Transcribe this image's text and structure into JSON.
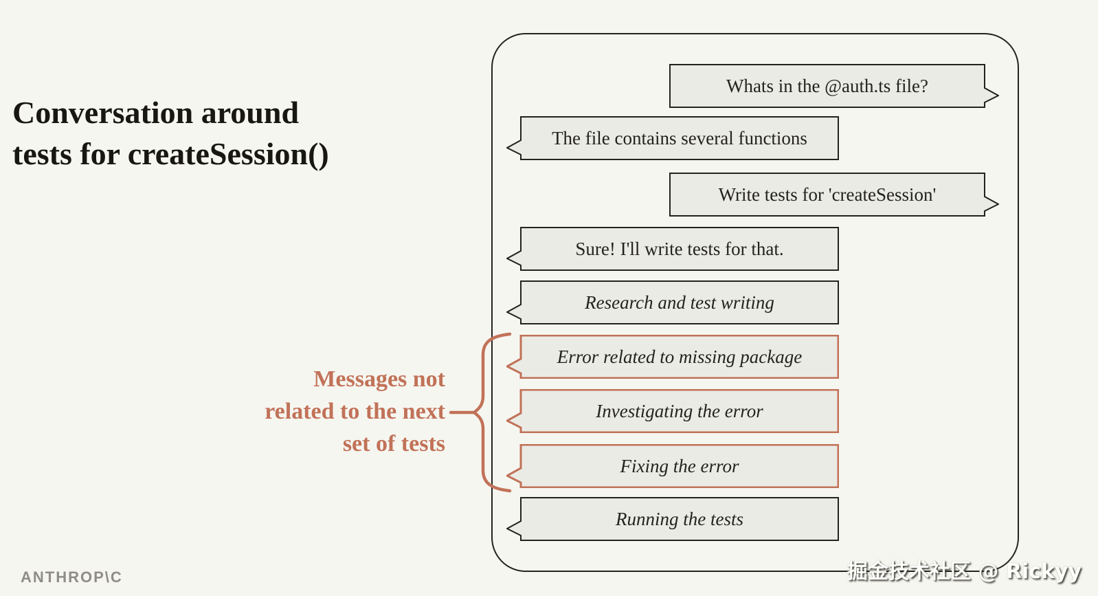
{
  "colors": {
    "background": "#f6f6f0",
    "bubble_fill": "#ebebe5",
    "ink": "#23221e",
    "accent": "#c17258",
    "title_ink": "#181712",
    "logo_gray": "#8f8d86"
  },
  "title": {
    "text": "Conversation around\ntests for createSession()"
  },
  "annotation": {
    "label": "Messages not\nrelated to the next\nset of tests"
  },
  "conversation": {
    "messages": [
      {
        "text": "Whats in the @auth.ts file?",
        "role": "user",
        "italic": false,
        "highlighted": false
      },
      {
        "text": "The file contains several functions",
        "role": "assistant",
        "italic": false,
        "highlighted": false
      },
      {
        "text": "Write tests for 'createSession'",
        "role": "user",
        "italic": false,
        "highlighted": false
      },
      {
        "text": "Sure! I'll write tests for that.",
        "role": "assistant",
        "italic": false,
        "highlighted": false
      },
      {
        "text": "Research and test writing",
        "role": "assistant",
        "italic": true,
        "highlighted": false
      },
      {
        "text": "Error related to missing package",
        "role": "assistant",
        "italic": true,
        "highlighted": true
      },
      {
        "text": "Investigating the error",
        "role": "assistant",
        "italic": true,
        "highlighted": true
      },
      {
        "text": "Fixing the error",
        "role": "assistant",
        "italic": true,
        "highlighted": true
      },
      {
        "text": "Running the tests",
        "role": "assistant",
        "italic": true,
        "highlighted": false
      }
    ]
  },
  "footer": {
    "logo": "ANTHROP\\C",
    "watermark": "掘金技术社区 @ Rickyy"
  }
}
